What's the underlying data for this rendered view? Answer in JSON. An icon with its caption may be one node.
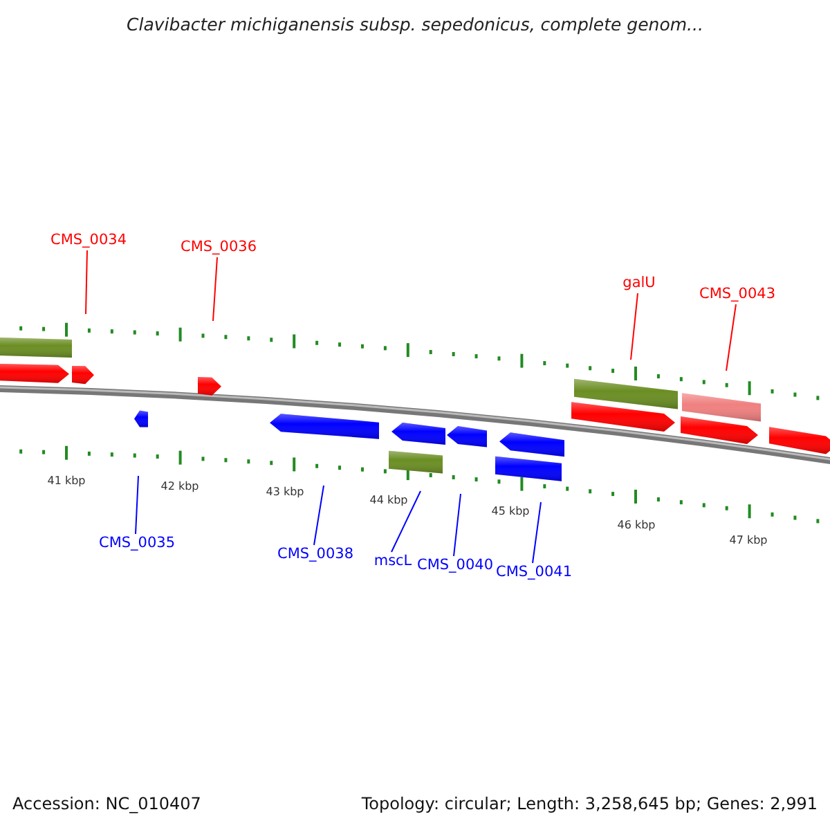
{
  "diagram": {
    "title": "Clavibacter michiganensis subsp. sepedonicus, complete genom...",
    "nodes": [
      {
        "text": [
          "CMS_0034"
        ]
      },
      {
        "text": [
          "CMS_0036"
        ]
      },
      {
        "text": [
          "galU"
        ]
      },
      {
        "text": [
          "CMS_0043"
        ]
      },
      {
        "text": [
          "CMS_0035"
        ]
      },
      {
        "text": [
          "CMS_0038"
        ]
      },
      {
        "text": [
          "mscL"
        ]
      },
      {
        "text": [
          "CMS_0040"
        ]
      },
      {
        "text": [
          "CMS_0041"
        ]
      }
    ],
    "edges": [
      {
        "from": 0,
        "to": null,
        "arrow": "none",
        "color": "#ff0000"
      },
      {
        "from": 1,
        "to": null,
        "arrow": "none",
        "color": "#ff0000"
      },
      {
        "from": 2,
        "to": null,
        "arrow": "none",
        "color": "#ff0000"
      },
      {
        "from": 3,
        "to": null,
        "arrow": "none",
        "color": "#ff0000"
      },
      {
        "from": 4,
        "to": null,
        "arrow": "none"
      },
      {
        "from": 5,
        "to": null,
        "arrow": "none"
      },
      {
        "from": 6,
        "to": null,
        "arrow": "none"
      },
      {
        "from": 7,
        "to": null,
        "arrow": "none"
      },
      {
        "from": 8,
        "to": null,
        "arrow": "none"
      }
    ],
    "labels": [
      "41 kbp",
      "42 kbp",
      "43 kbp",
      "44 kbp",
      "45 kbp",
      "46 kbp",
      "47 kbp",
      "Accession: NC_010407",
      "Topology: circular; Length: 3,258,645 bp; Genes: 2,991"
    ]
  }
}
